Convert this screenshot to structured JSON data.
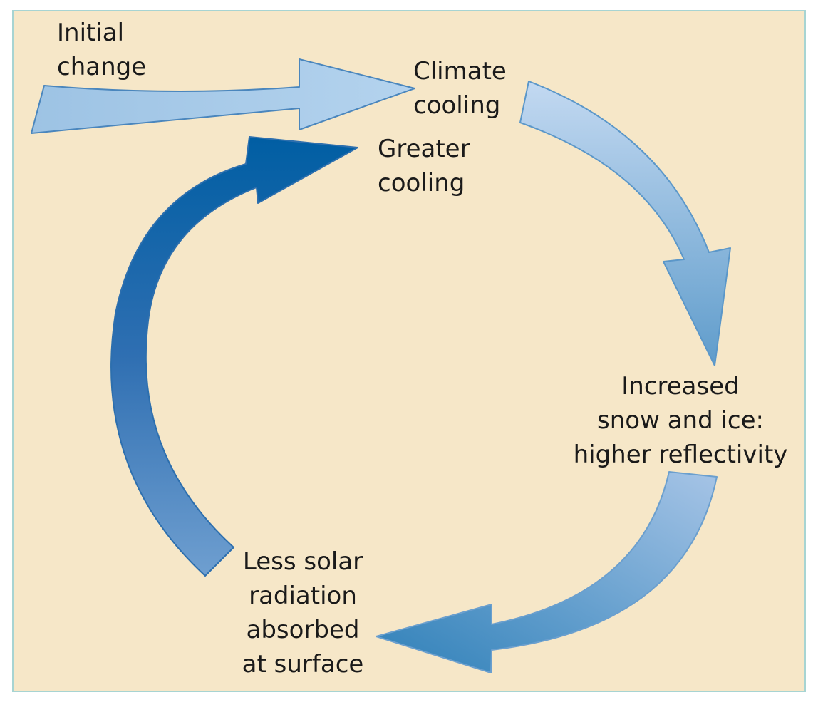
{
  "diagram": {
    "colors": {
      "background": "#f6e7c8",
      "frame": "#a7d4d2",
      "light_arrow": "#9ec3e3",
      "dark_arrow": "#0060a3",
      "arrow_stroke": "#3d7fb5"
    },
    "nodes": {
      "initial_change": {
        "lines": [
          "Initial",
          "change"
        ]
      },
      "climate_cooling": {
        "lines": [
          "Climate",
          "cooling"
        ]
      },
      "increased_snow": {
        "lines": [
          "Increased",
          "snow and ice:",
          "higher reflectivity"
        ]
      },
      "less_solar": {
        "lines": [
          "Less solar",
          "radiation",
          "absorbed",
          "at surface"
        ]
      },
      "greater_cooling": {
        "lines": [
          "Greater",
          "cooling"
        ]
      }
    },
    "edges": [
      {
        "from": "initial_change",
        "to": "climate_cooling"
      },
      {
        "from": "climate_cooling",
        "to": "increased_snow"
      },
      {
        "from": "increased_snow",
        "to": "less_solar"
      },
      {
        "from": "less_solar",
        "to": "greater_cooling"
      }
    ]
  }
}
